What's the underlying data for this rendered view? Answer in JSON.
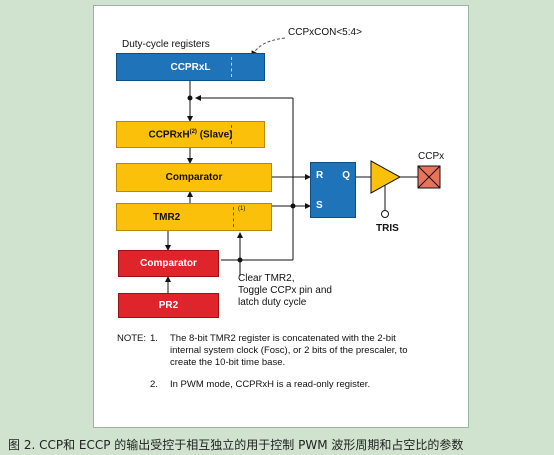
{
  "labels": {
    "duty_cycle_registers": "Duty-cycle registers",
    "ccpxcon": "CCPxCON<5:4>",
    "ccprxl": "CCPRxL",
    "ccprxh": "CCPRxH",
    "ccprxh_sup": "(2)",
    "ccprxh_suffix": "(Slave)",
    "comparator_top": "Comparator",
    "tmr2": "TMR2",
    "tmr2_sup": "(1)",
    "comparator_bottom": "Comparator",
    "pr2": "PR2",
    "sr_r": "R",
    "sr_q": "Q",
    "sr_s": "S",
    "ccpx": "CCPx",
    "tris": "TRIS",
    "clear_line1": "Clear TMR2,",
    "clear_line2": "Toggle CCPx pin and",
    "clear_line3": "latch duty cycle"
  },
  "notes": {
    "prefix": "NOTE:",
    "n1_num": "1.",
    "n1_line1": "The 8-bit TMR2 register is concatenated with the 2-bit",
    "n1_line2": "internal system clock (Fosc), or 2 bits of the prescaler, to",
    "n1_line3": "create the 10-bit time base.",
    "n2_num": "2.",
    "n2_line1": "In PWM mode, CCPRxH is a read-only register."
  },
  "caption": "图 2. CCP和 ECCP 的输出受控于相互独立的用于控制 PWM 波形周期和占空比的参数",
  "colors": {
    "register_blue": "#1f73b9",
    "register_yellow": "#fbc10a",
    "register_red": "#e0242b",
    "output_pin": "#e8735a",
    "background": "#cfe3cf"
  }
}
